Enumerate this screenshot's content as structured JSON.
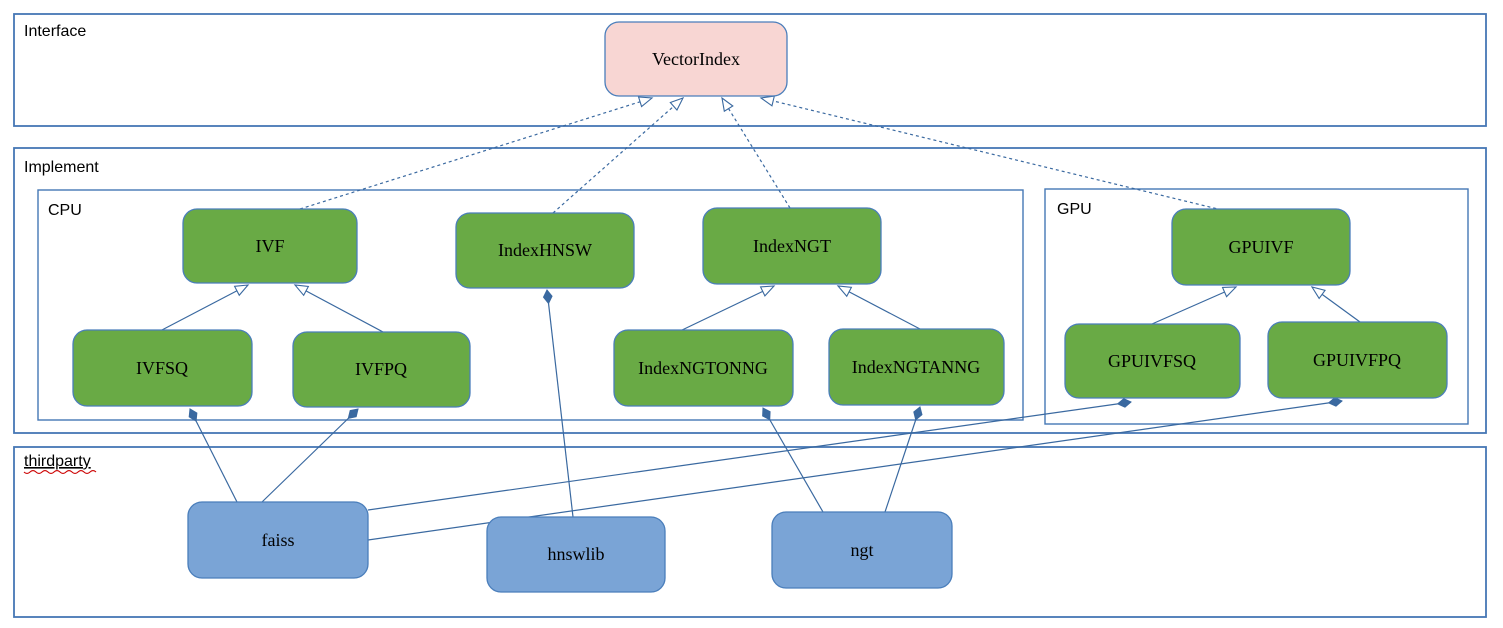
{
  "colors": {
    "container_border": "#4577b5",
    "node_border": "#4a7ebb",
    "edge": "#3a69a0",
    "green_fill": "#69aa45",
    "pink_fill": "#f8d6d3",
    "blue_fill": "#7aa4d6",
    "squiggle": "#cc0000",
    "text": "#000000"
  },
  "containers": {
    "interface": {
      "label": "Interface"
    },
    "implement": {
      "label": "Implement"
    },
    "cpu": {
      "label": "CPU"
    },
    "gpu": {
      "label": "GPU"
    },
    "thirdparty": {
      "label": "thirdparty"
    }
  },
  "nodes": {
    "vectorindex": {
      "label": "VectorIndex"
    },
    "ivf": {
      "label": "IVF"
    },
    "indexhnsw": {
      "label": "IndexHNSW"
    },
    "indexngt": {
      "label": "IndexNGT"
    },
    "ivfsq": {
      "label": "IVFSQ"
    },
    "ivfpq": {
      "label": "IVFPQ"
    },
    "indexngtonng": {
      "label": "IndexNGTONNG"
    },
    "indexngtanng": {
      "label": "IndexNGTANNG"
    },
    "gpuivf": {
      "label": "GPUIVF"
    },
    "gpuivfsq": {
      "label": "GPUIVFSQ"
    },
    "gpuivfpq": {
      "label": "GPUIVFPQ"
    },
    "faiss": {
      "label": "faiss"
    },
    "hnswlib": {
      "label": "hnswlib"
    },
    "ngt": {
      "label": "ngt"
    }
  },
  "relationships": [
    {
      "from": "IVF",
      "to": "VectorIndex",
      "type": "realization-dashed"
    },
    {
      "from": "IndexHNSW",
      "to": "VectorIndex",
      "type": "realization-dashed"
    },
    {
      "from": "IndexNGT",
      "to": "VectorIndex",
      "type": "realization-dashed"
    },
    {
      "from": "GPUIVF",
      "to": "VectorIndex",
      "type": "realization-dashed"
    },
    {
      "from": "IVFSQ",
      "to": "IVF",
      "type": "generalization"
    },
    {
      "from": "IVFPQ",
      "to": "IVF",
      "type": "generalization"
    },
    {
      "from": "IndexNGTONNG",
      "to": "IndexNGT",
      "type": "generalization"
    },
    {
      "from": "IndexNGTANNG",
      "to": "IndexNGT",
      "type": "generalization"
    },
    {
      "from": "GPUIVFSQ",
      "to": "GPUIVF",
      "type": "generalization"
    },
    {
      "from": "GPUIVFPQ",
      "to": "GPUIVF",
      "type": "generalization"
    },
    {
      "from": "faiss",
      "to": "IVFSQ",
      "type": "composition"
    },
    {
      "from": "faiss",
      "to": "IVFPQ",
      "type": "composition"
    },
    {
      "from": "faiss",
      "to": "GPUIVFSQ",
      "type": "composition"
    },
    {
      "from": "faiss",
      "to": "GPUIVFPQ",
      "type": "composition"
    },
    {
      "from": "hnswlib",
      "to": "IndexHNSW",
      "type": "composition"
    },
    {
      "from": "ngt",
      "to": "IndexNGTONNG",
      "type": "composition"
    },
    {
      "from": "ngt",
      "to": "IndexNGTANNG",
      "type": "composition"
    }
  ]
}
